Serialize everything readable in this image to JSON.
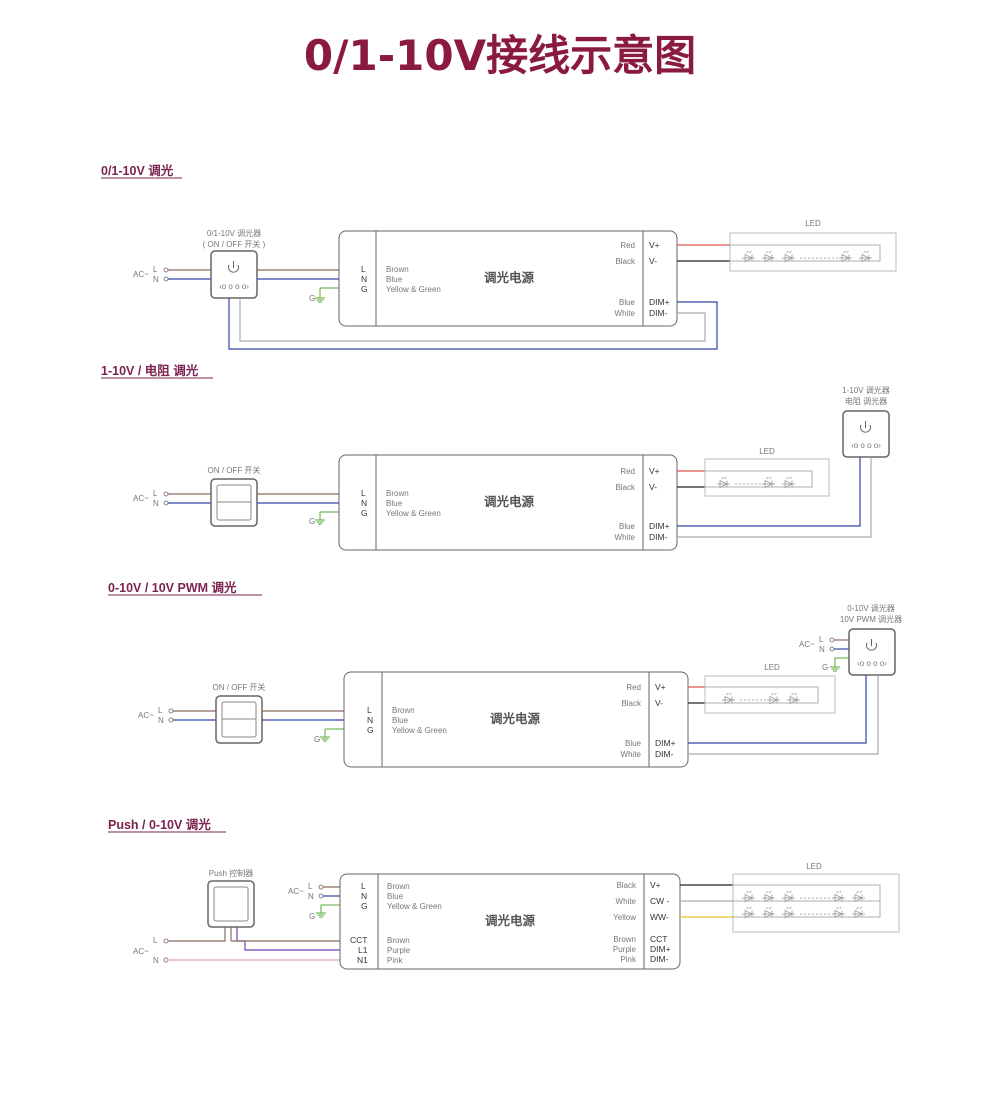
{
  "title": "0/1-10V接线示意图",
  "common": {
    "psu": "调光电源",
    "ac": "AC~",
    "L": "L",
    "N": "N",
    "G": "G",
    "brown": "Brown",
    "blue": "Blue",
    "yellow_green": "Yellow & Green",
    "red": "Red",
    "black": "Black",
    "white": "White",
    "yellow": "Yellow",
    "purple": "Purple",
    "pink": "Pink",
    "vplus": "V+",
    "vminus": "V-",
    "dimplus": "DIM+",
    "dimminus": "DIM-",
    "cw": "CW -",
    "ww": "WW-",
    "cct": "CCT",
    "l1": "L1",
    "n1": "N1",
    "led": "LED",
    "dimmer_dots": "‹ο ο ο ο›"
  },
  "s1": {
    "heading": "0/1-10V 调光",
    "dimmer_l1": "0/1-10V 调光器",
    "dimmer_l2": "( ON / OFF 开关 )"
  },
  "s2": {
    "heading": "1-10V / 电阻  调光",
    "switch": "ON / OFF 开关",
    "dimmer_l1": "1-10V 调光器",
    "dimmer_l2": "电阻 调光器"
  },
  "s3": {
    "heading": "0-10V  /  10V PWM  调光",
    "switch": "ON / OFF 开关",
    "dimmer_l1": "0-10V 调光器",
    "dimmer_l2": "10V PWM 调光器"
  },
  "s4": {
    "heading": "Push / 0-10V  调光",
    "controller": "Push 控制器"
  },
  "colors": {
    "title": "#8b1a42",
    "brown_wire": "#8a6b5c",
    "blue_wire": "#3344aa",
    "red_wire": "#d9534f",
    "green_wire": "#55aa33",
    "yellow_wire": "#e6c229",
    "purple_wire": "#6a3fb0",
    "pink_wire": "#e8a0cc",
    "gray_wire": "#aaaaaa"
  }
}
